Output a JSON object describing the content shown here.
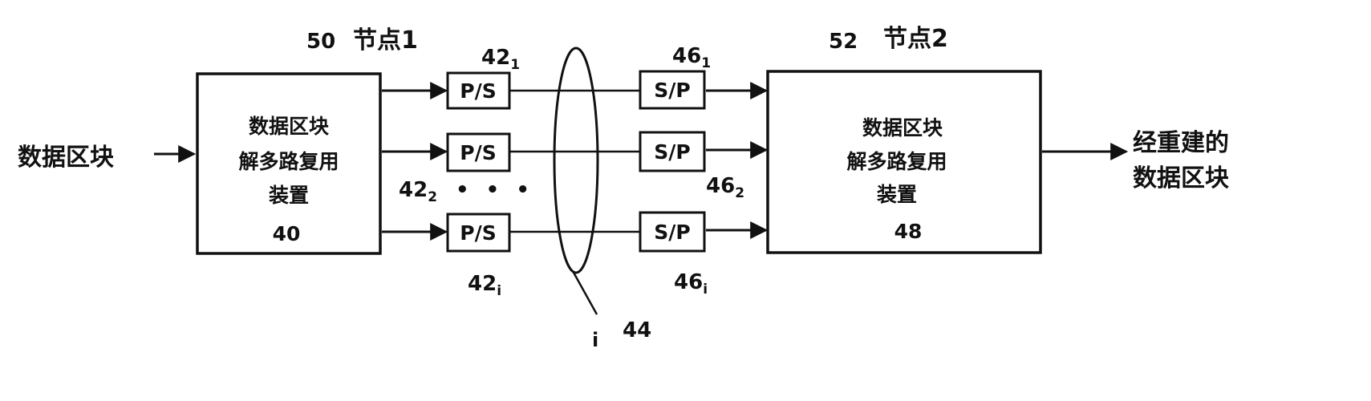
{
  "diagram": {
    "input_label": "数据区块",
    "output_label_line1": "经重建的",
    "output_label_line2": "数据区块",
    "node1": {
      "number": "50",
      "name": "节点1"
    },
    "node2": {
      "number": "52",
      "name": "节点2"
    },
    "demux": {
      "line1": "数据区块",
      "line2": "解多路复用",
      "line3": "装置",
      "ref": "40"
    },
    "remux": {
      "line1": "数据区块",
      "line2": "解多路复用",
      "line3": "装置",
      "ref": "48"
    },
    "ps_label": "P/S",
    "sp_label": "S/P",
    "ps_refs": [
      {
        "base": "42",
        "sub": "1"
      },
      {
        "base": "42",
        "sub": "2"
      },
      {
        "base": "42",
        "sub": "i"
      }
    ],
    "sp_refs": [
      {
        "base": "46",
        "sub": "1"
      },
      {
        "base": "46",
        "sub": "2"
      },
      {
        "base": "46",
        "sub": "i"
      }
    ],
    "ellipsis": "• • •",
    "channel": {
      "label": "i",
      "ref": "44"
    }
  }
}
